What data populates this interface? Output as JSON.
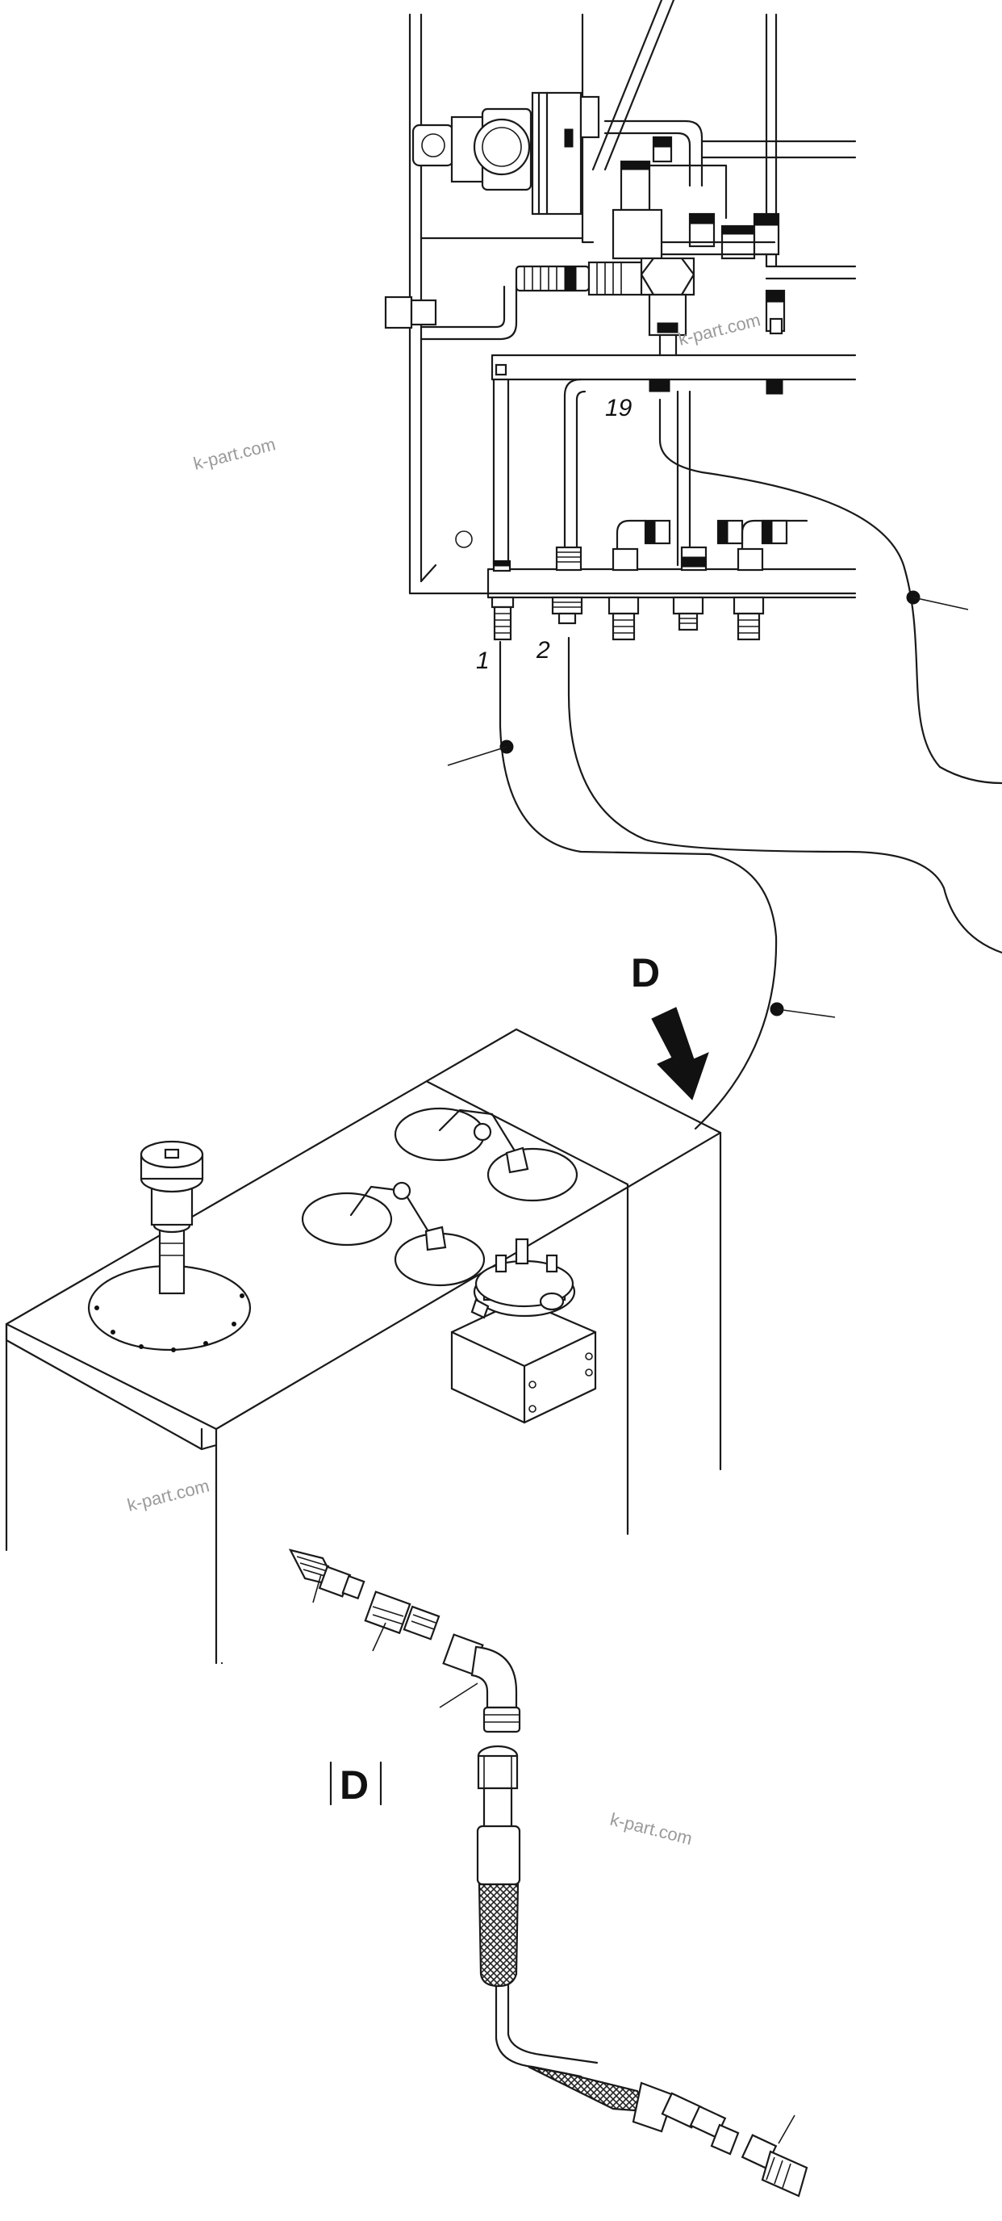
{
  "labels": {
    "part_19": "19",
    "part_1": "1",
    "part_2": "2",
    "view_arrow": "D",
    "view_detail": "D"
  },
  "watermarks": [
    "k-part.com",
    "k-part.com",
    "k-part.com",
    "k-part.com"
  ],
  "colors": {
    "line": "#1a1a1a",
    "watermark": "#9a9a9a",
    "background": "#ffffff"
  }
}
